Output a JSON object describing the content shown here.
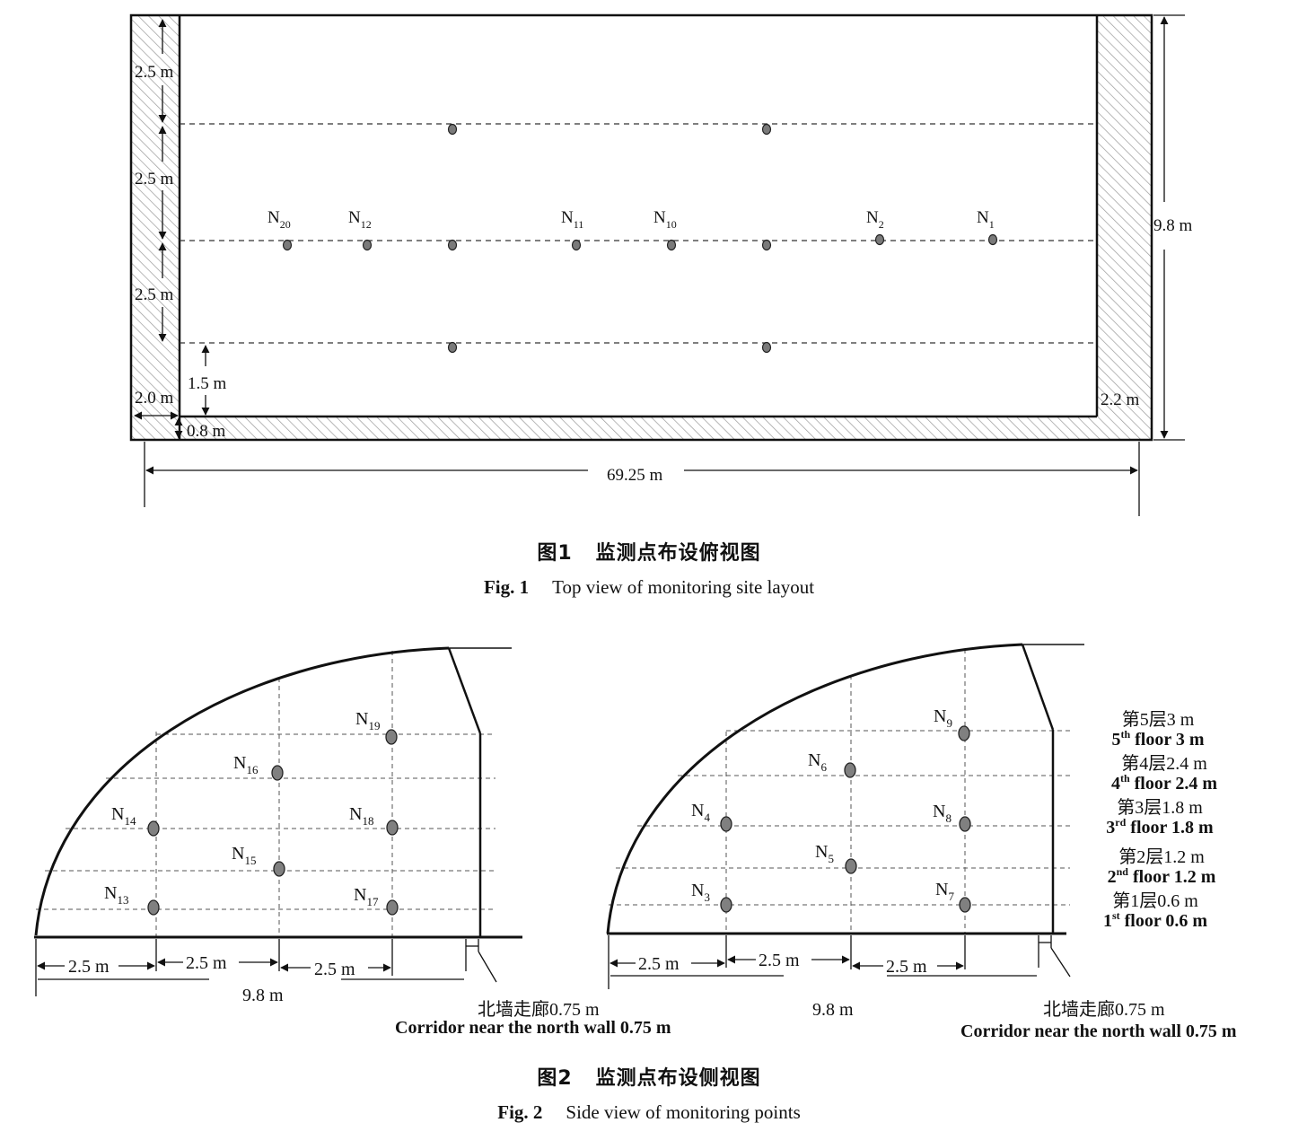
{
  "fig1": {
    "dims": {
      "left_top": "2.5 m",
      "left_mid1": "2.5 m",
      "left_mid2": "2.5 m",
      "inner_1_5": "1.5 m",
      "west_wall": "2.0 m",
      "south_wall": "0.8 m",
      "east_wall": "2.2 m",
      "total_height": "9.8 m",
      "total_length": "69.25 m"
    },
    "labels": {
      "n20": {
        "main": "N",
        "sub": "20"
      },
      "n12": {
        "main": "N",
        "sub": "12"
      },
      "n11": {
        "main": "N",
        "sub": "11"
      },
      "n10": {
        "main": "N",
        "sub": "10"
      },
      "n2": {
        "main": "N",
        "sub": "2"
      },
      "n1": {
        "main": "N",
        "sub": "1"
      }
    },
    "caption_zh_num": "图1",
    "caption_zh": "监测点布设俯视图",
    "caption_en_num": "Fig. 1",
    "caption_en": "Top view of monitoring site layout"
  },
  "fig2": {
    "left_points": {
      "n19": {
        "main": "N",
        "sub": "19"
      },
      "n16": {
        "main": "N",
        "sub": "16"
      },
      "n14": {
        "main": "N",
        "sub": "14"
      },
      "n18": {
        "main": "N",
        "sub": "18"
      },
      "n15": {
        "main": "N",
        "sub": "15"
      },
      "n13": {
        "main": "N",
        "sub": "13"
      },
      "n17": {
        "main": "N",
        "sub": "17"
      }
    },
    "right_points": {
      "n9": {
        "main": "N",
        "sub": "9"
      },
      "n6": {
        "main": "N",
        "sub": "6"
      },
      "n4": {
        "main": "N",
        "sub": "4"
      },
      "n8": {
        "main": "N",
        "sub": "8"
      },
      "n5": {
        "main": "N",
        "sub": "5"
      },
      "n3": {
        "main": "N",
        "sub": "3"
      },
      "n7": {
        "main": "N",
        "sub": "7"
      }
    },
    "spacing": "2.5 m",
    "width": "9.8 m",
    "corridor_zh": "北墙走廊0.75 m",
    "corridor_en": "Corridor near the north wall 0.75 m",
    "floors": [
      {
        "zh": "第5层3 m",
        "num": "5",
        "sup": "th",
        "en": " floor 3 m"
      },
      {
        "zh": "第4层2.4 m",
        "num": "4",
        "sup": "th",
        "en": " floor 2.4 m"
      },
      {
        "zh": "第3层1.8 m",
        "num": "3",
        "sup": "rd",
        "en": " floor 1.8 m"
      },
      {
        "zh": "第2层1.2 m",
        "num": "2",
        "sup": "nd",
        "en": " floor 1.2 m"
      },
      {
        "zh": "第1层0.6 m",
        "num": "1",
        "sup": "st",
        "en": " floor 0.6 m"
      }
    ],
    "caption_zh_num": "图2",
    "caption_zh": "监测点布设侧视图",
    "caption_en_num": "Fig. 2",
    "caption_en": "Side view of monitoring points"
  }
}
